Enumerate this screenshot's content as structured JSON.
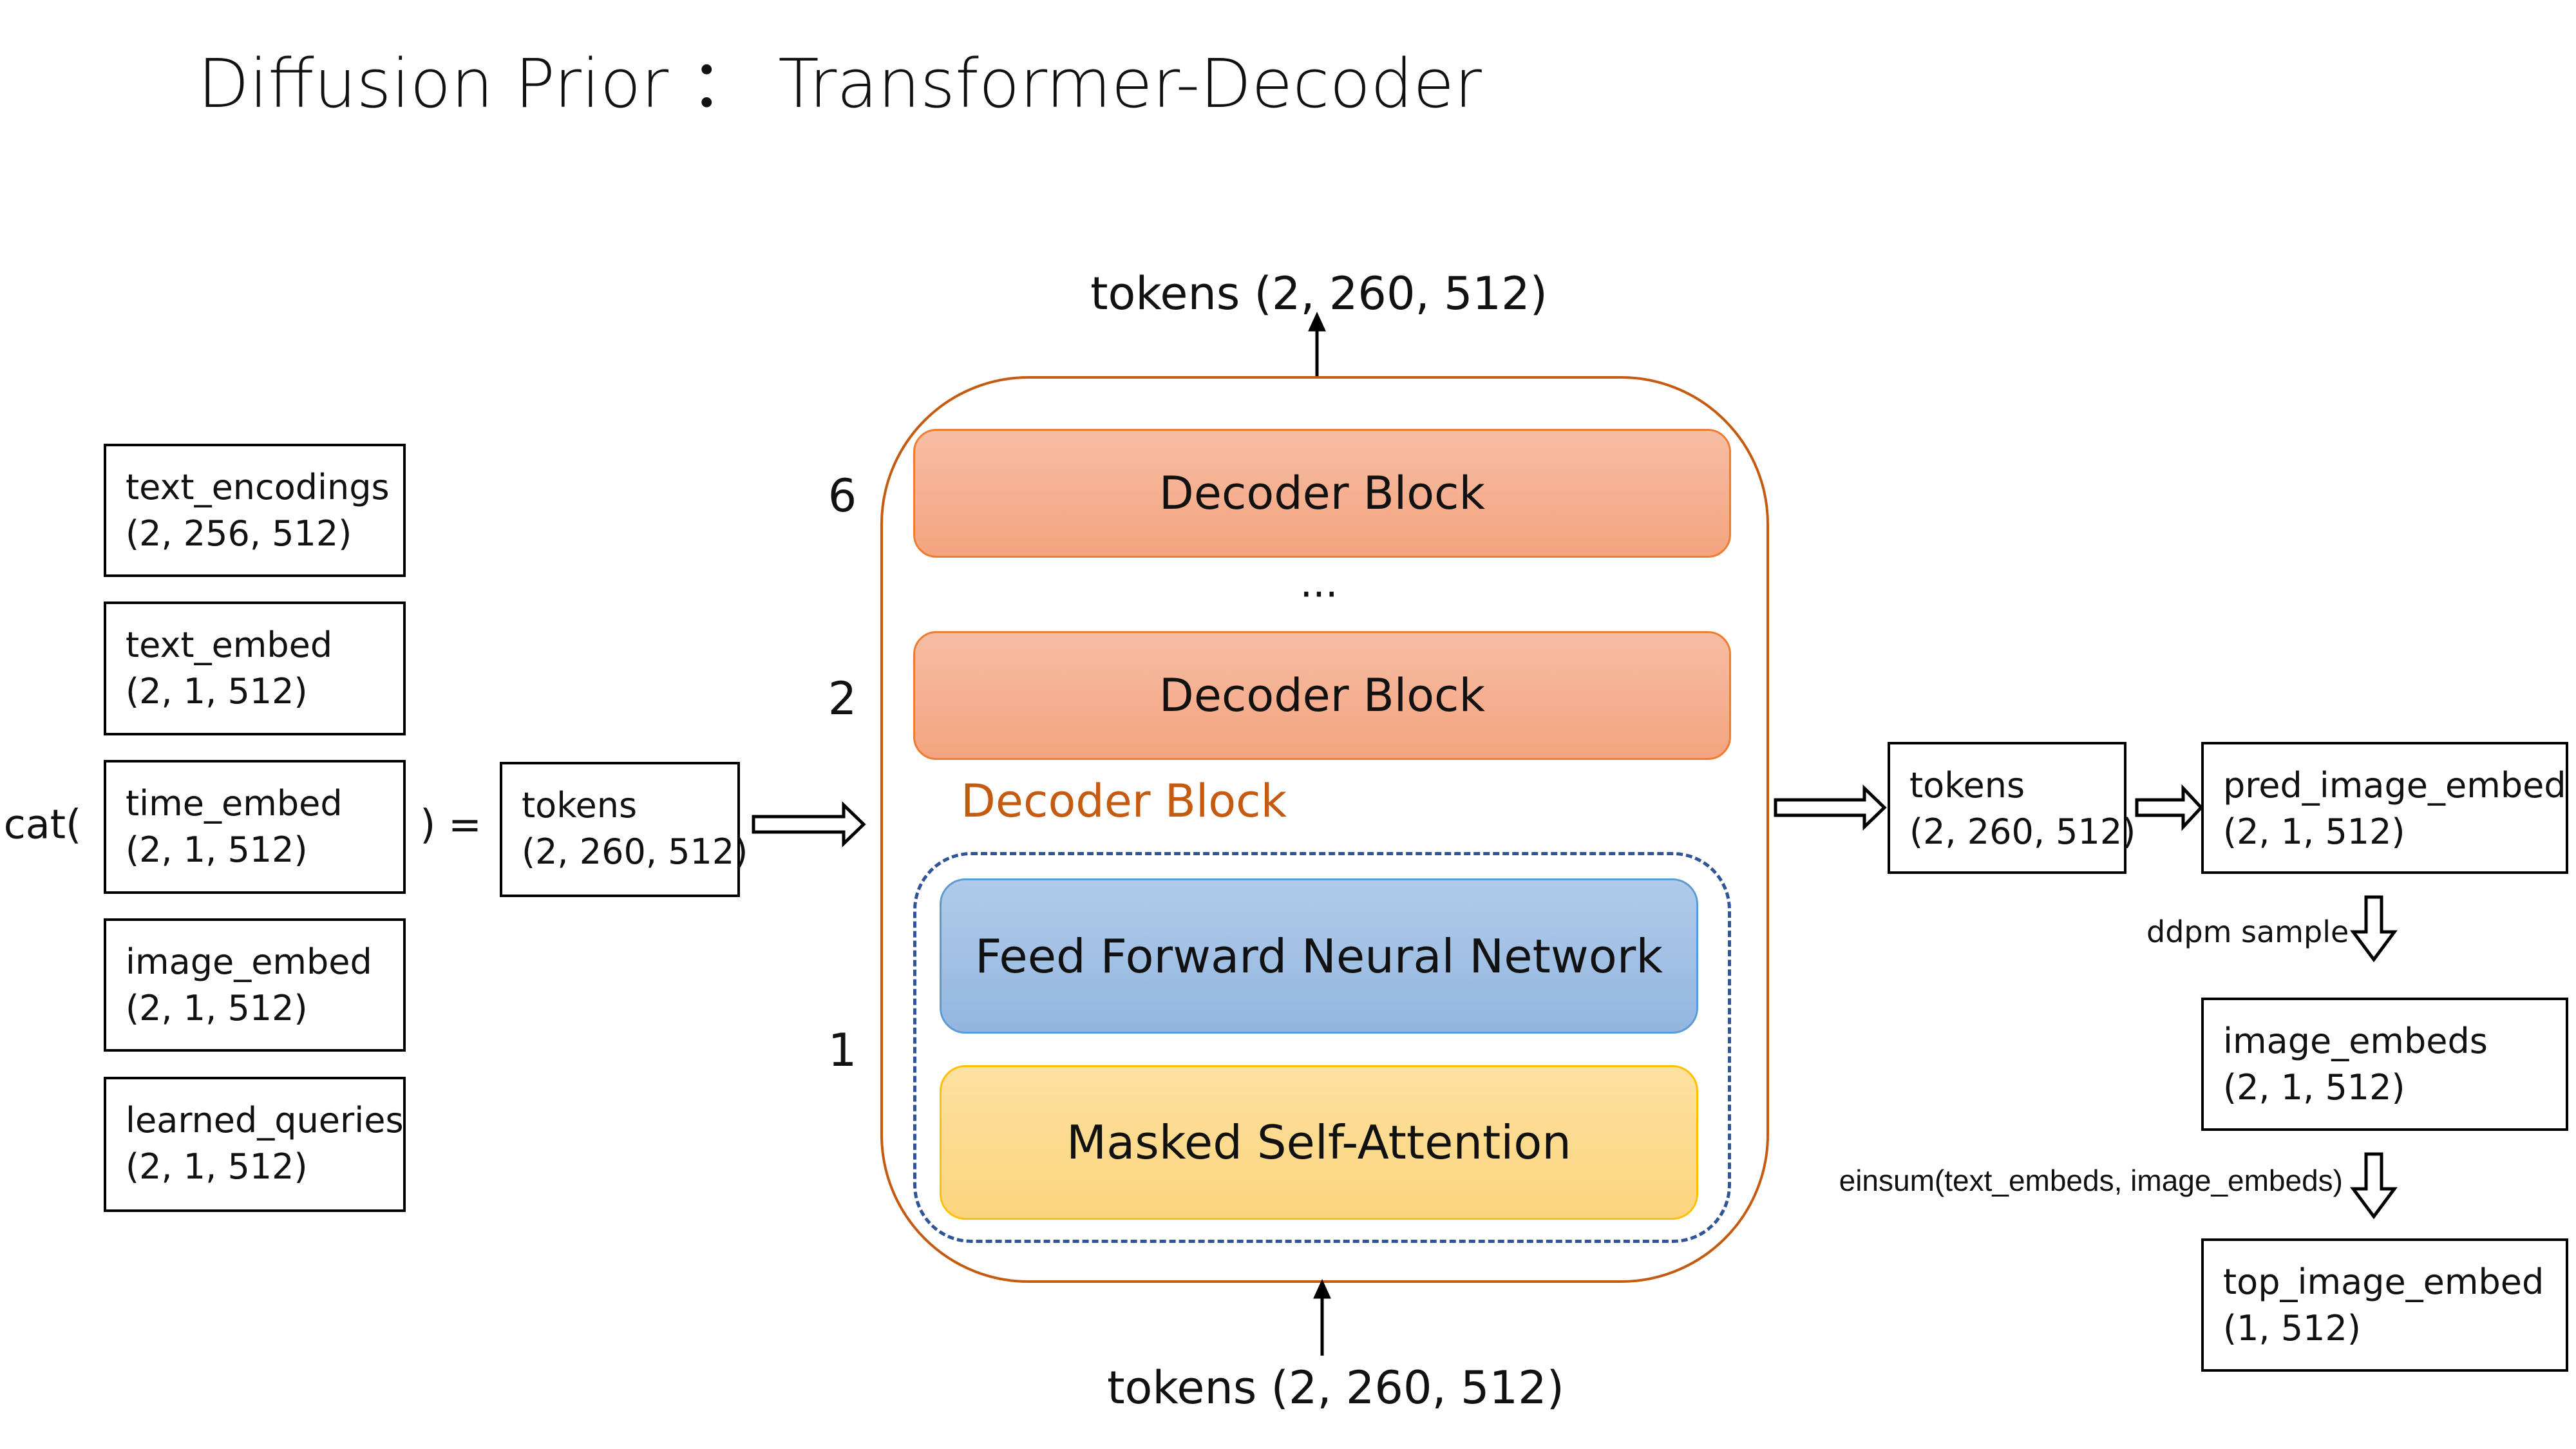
{
  "title": "Diffusion Prior ： Transformer-Decoder",
  "inputs": [
    {
      "name": "text_encodings",
      "shape": "(2, 256, 512)"
    },
    {
      "name": "text_embed",
      "shape": "(2, 1, 512)"
    },
    {
      "name": "time_embed",
      "shape": "(2, 1, 512)"
    },
    {
      "name": "image_embed",
      "shape": "(2, 1, 512)"
    },
    {
      "name": "learned_queries",
      "shape": "(2, 1, 512)"
    }
  ],
  "cat_open": "cat(",
  "cat_close": ") =",
  "tokens_in": {
    "name": "tokens",
    "shape": "(2, 260, 512)"
  },
  "decoder": {
    "top_label": "tokens (2, 260, 512)",
    "bottom_label": "tokens (2, 260, 512)",
    "blocks": [
      {
        "index": "6",
        "label": "Decoder Block"
      },
      {
        "index": "2",
        "label": "Decoder Block"
      }
    ],
    "ellipsis": "...",
    "detail_index": "1",
    "detail_title": "Decoder Block",
    "ffn": "Feed Forward Neural Network",
    "attention": "Masked Self-Attention"
  },
  "tokens_out": {
    "name": "tokens",
    "shape": "(2, 260, 512)"
  },
  "pred": {
    "name": "pred_image_embed",
    "shape": "(2, 1, 512)"
  },
  "ddpm_label": "ddpm sample",
  "image_embeds": {
    "name": "image_embeds",
    "shape": "(2, 1, 512)"
  },
  "einsum_label": "einsum(text_embeds, image_embeds)",
  "top_embed": {
    "name": "top_image_embed",
    "shape": "(1, 512)"
  },
  "colors": {
    "container": "#c55a11",
    "decoder_block": "#f4a47f",
    "ffn": "#93b6e0",
    "attention": "#fcd47e",
    "dashed": "#2f5597"
  }
}
